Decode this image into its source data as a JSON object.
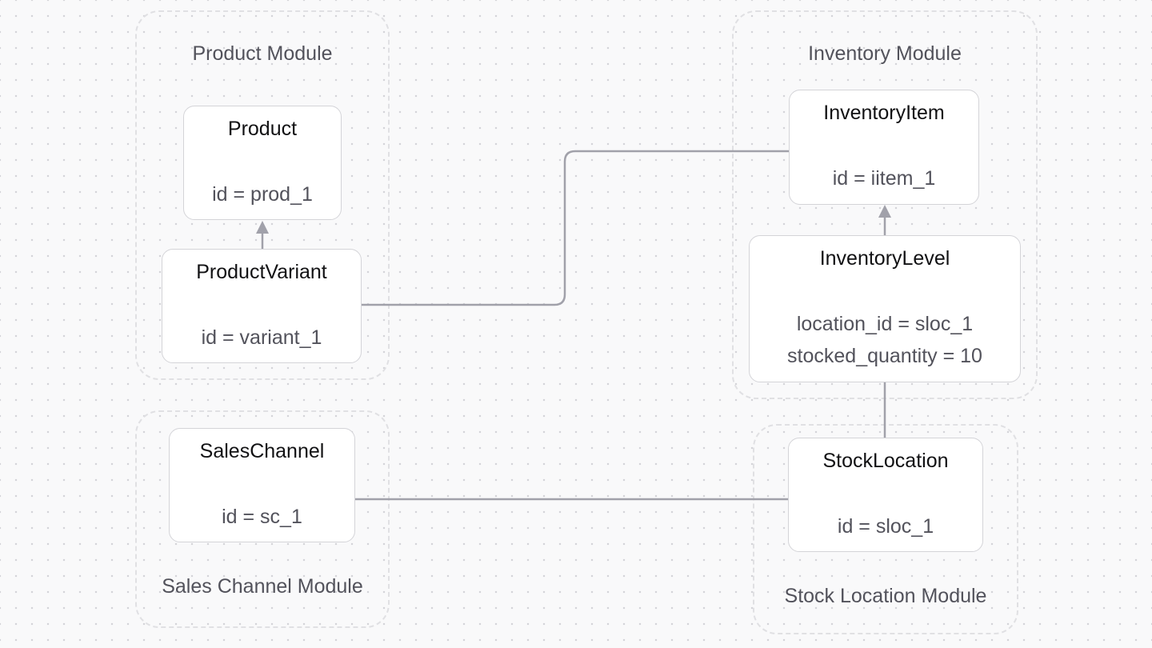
{
  "modules": {
    "product": {
      "label": "Product Module"
    },
    "inventory": {
      "label": "Inventory Module"
    },
    "sales_channel": {
      "label": "Sales Channel Module"
    },
    "stock_location": {
      "label": "Stock Location Module"
    }
  },
  "nodes": {
    "product": {
      "title": "Product",
      "lines": [
        "id = prod_1"
      ]
    },
    "product_variant": {
      "title": "ProductVariant",
      "lines": [
        "id = variant_1"
      ]
    },
    "inventory_item": {
      "title": "InventoryItem",
      "lines": [
        "id = iitem_1"
      ]
    },
    "inventory_level": {
      "title": "InventoryLevel",
      "lines": [
        "location_id = sloc_1",
        "stocked_quantity = 10"
      ]
    },
    "sales_channel": {
      "title": "SalesChannel",
      "lines": [
        "id = sc_1"
      ]
    },
    "stock_location": {
      "title": "StockLocation",
      "lines": [
        "id = sloc_1"
      ]
    }
  },
  "colors": {
    "edge": "#a1a1aa",
    "module_border": "#e0e0e3",
    "node_border": "#d4d4d8",
    "canvas_dot": "#d4d4d8"
  }
}
